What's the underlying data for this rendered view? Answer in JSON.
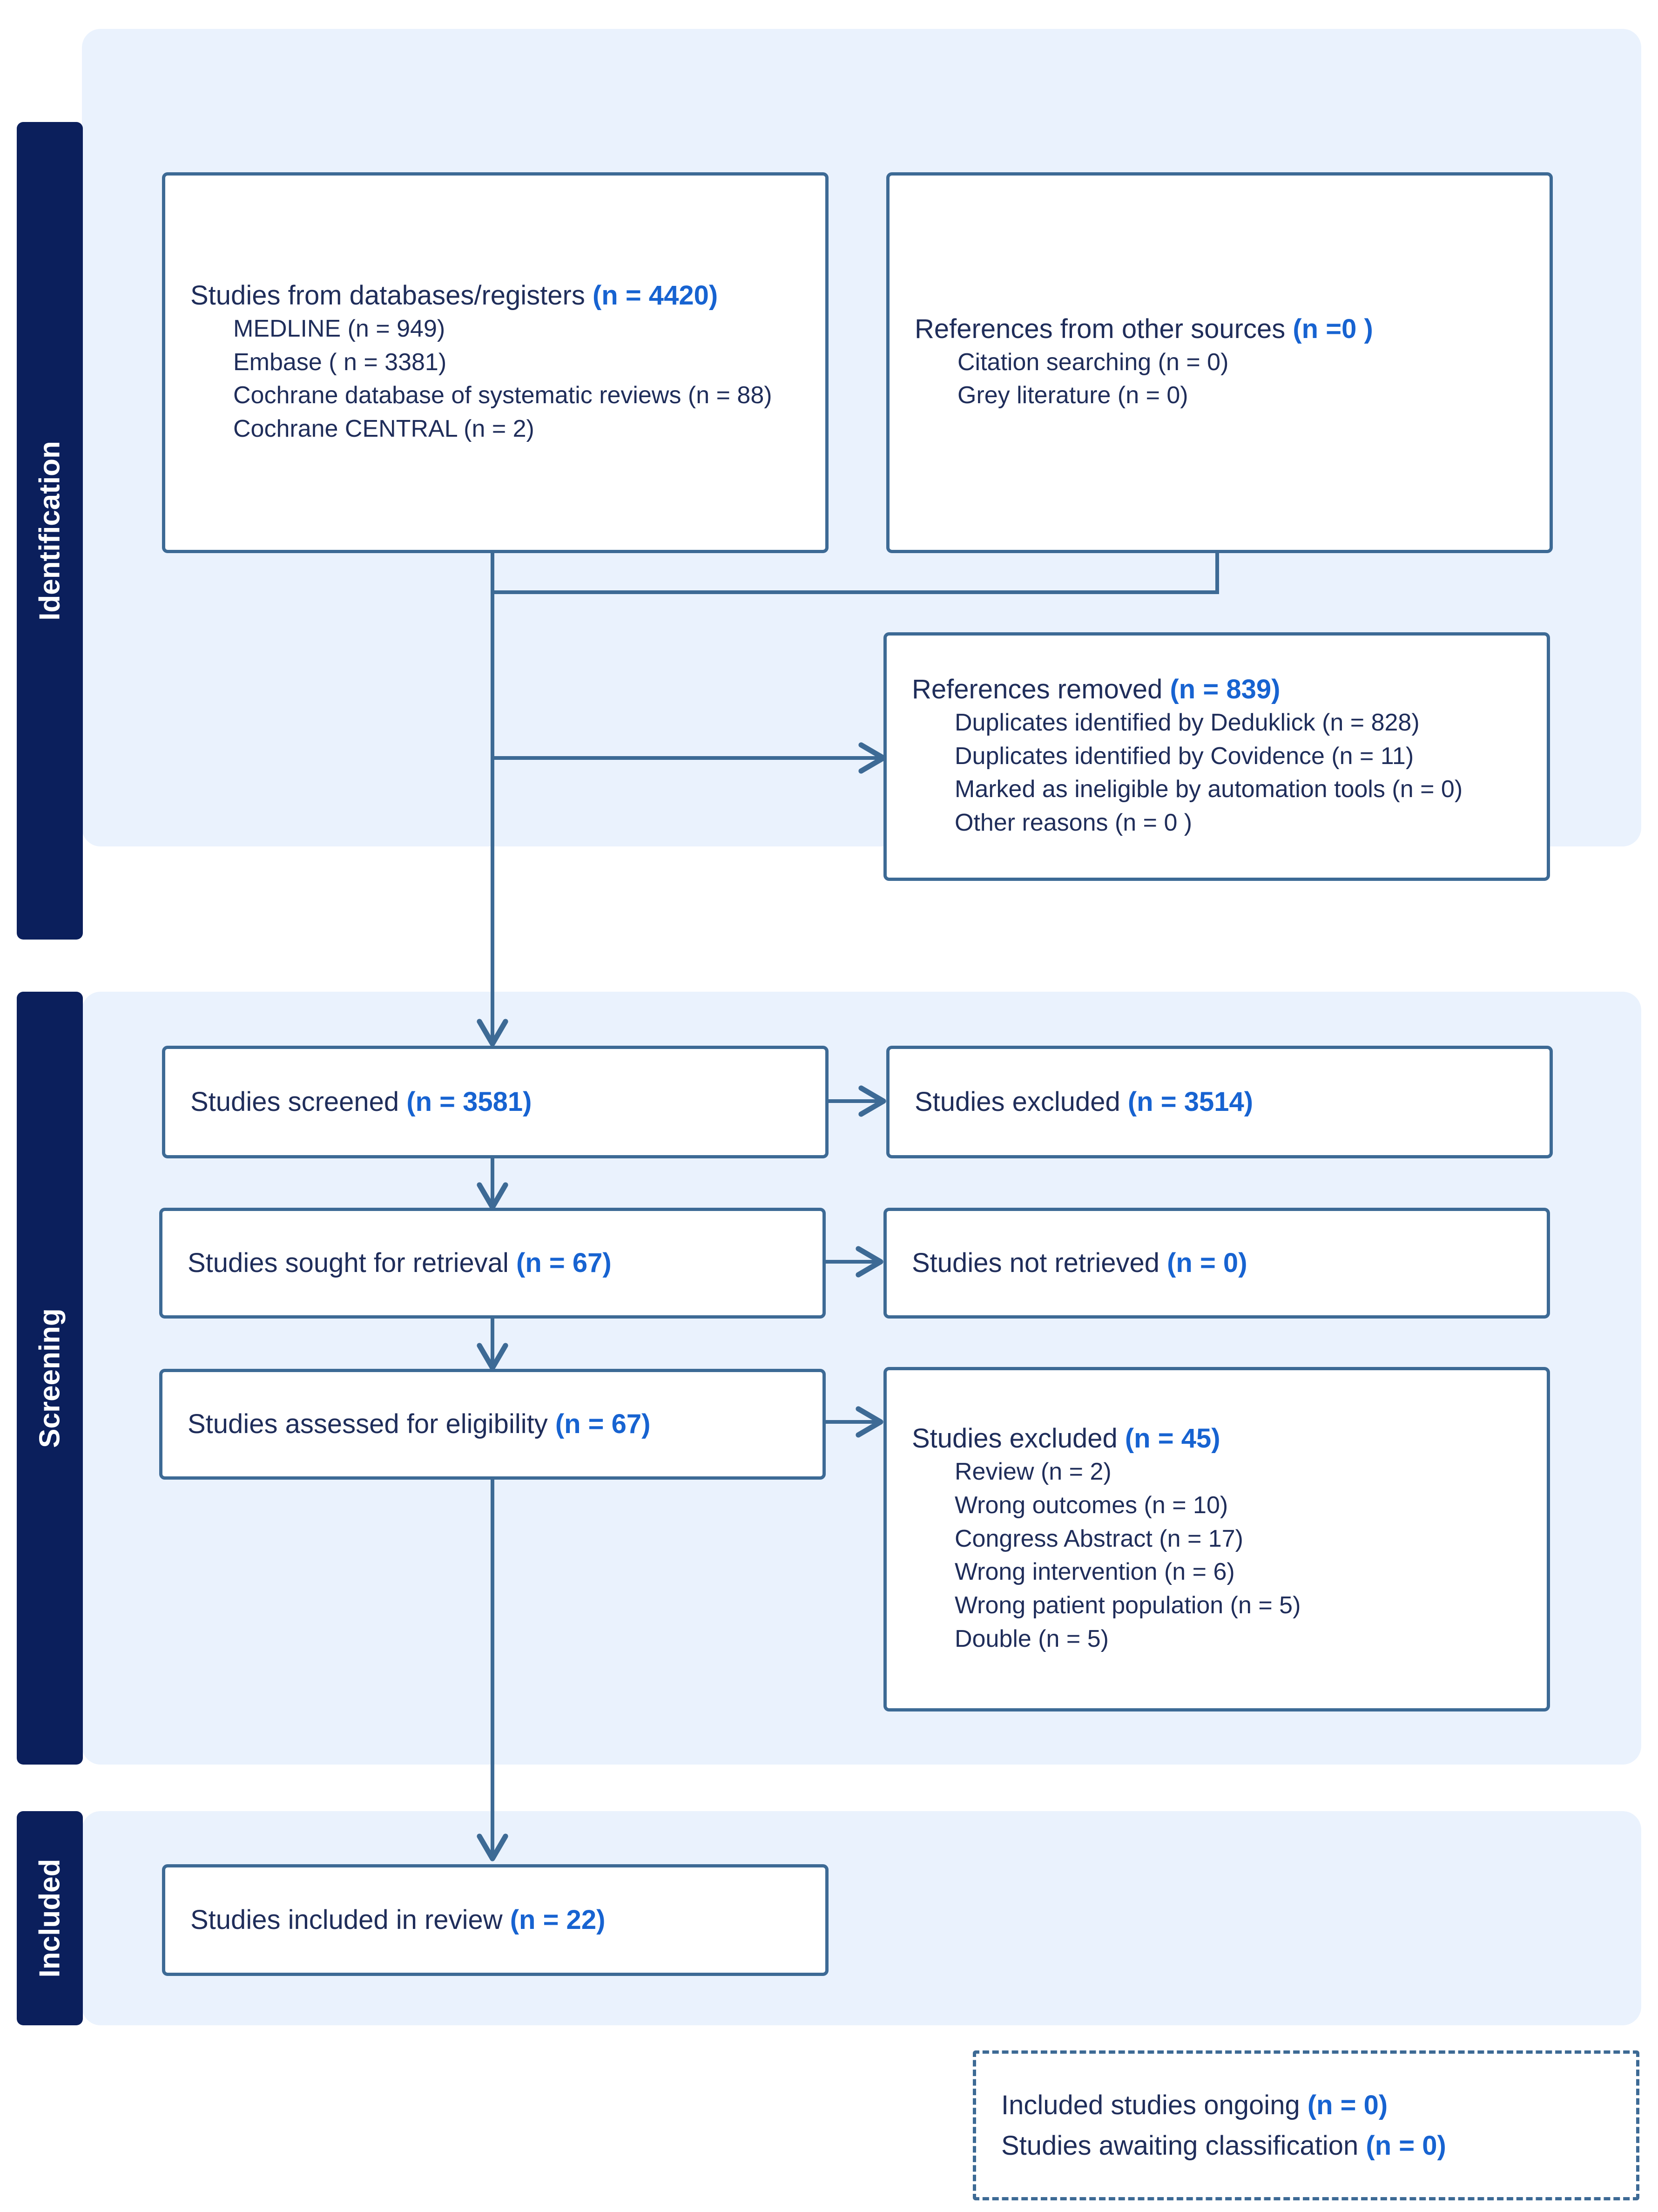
{
  "stages": {
    "identification": "Identification",
    "screening": "Screening",
    "included": "Included"
  },
  "identification": {
    "databases": {
      "title": "Studies from databases/registers ",
      "n": "(n = 4420)",
      "items": [
        "MEDLINE (n = 949)",
        "Embase ( n = 3381)",
        "Cochrane database of systematic reviews (n = 88)",
        "Cochrane CENTRAL (n = 2)"
      ]
    },
    "other_sources": {
      "title": "References from other sources ",
      "n": "(n =0 )",
      "items": [
        "Citation searching (n = 0)",
        "Grey literature (n = 0)"
      ]
    },
    "removed": {
      "title": "References removed ",
      "n": "(n = 839)",
      "items": [
        "Duplicates identified by Deduklick (n = 828)",
        "Duplicates identified by Covidence (n = 11)",
        "Marked as ineligible by automation tools (n = 0)",
        "Other reasons (n = 0 )"
      ]
    }
  },
  "screening": {
    "screened": {
      "title": "Studies screened ",
      "n": "(n = 3581)"
    },
    "excluded": {
      "title": "Studies excluded ",
      "n": "(n = 3514)"
    },
    "sought": {
      "title": "Studies sought for retrieval ",
      "n": "(n = 67)"
    },
    "not_retrieved": {
      "title": "Studies not retrieved ",
      "n": "(n = 0)"
    },
    "assessed": {
      "title": "Studies assessed for eligibility ",
      "n": "(n = 67)"
    },
    "excluded_reasons": {
      "title": "Studies excluded ",
      "n": "(n = 45)",
      "items": [
        "Review (n = 2)",
        "Wrong outcomes (n = 10)",
        "Congress Abstract (n = 17)",
        "Wrong intervention (n = 6)",
        "Wrong patient population (n = 5)",
        "Double (n = 5)"
      ]
    }
  },
  "included": {
    "review": {
      "title": "Studies included in review ",
      "n": "(n = 22)"
    }
  },
  "footnote": {
    "ongoing": {
      "title": "Included studies ongoing ",
      "n": "(n = 0)"
    },
    "awaiting": {
      "title": "Studies awaiting classification ",
      "n": "(n = 0)"
    }
  }
}
